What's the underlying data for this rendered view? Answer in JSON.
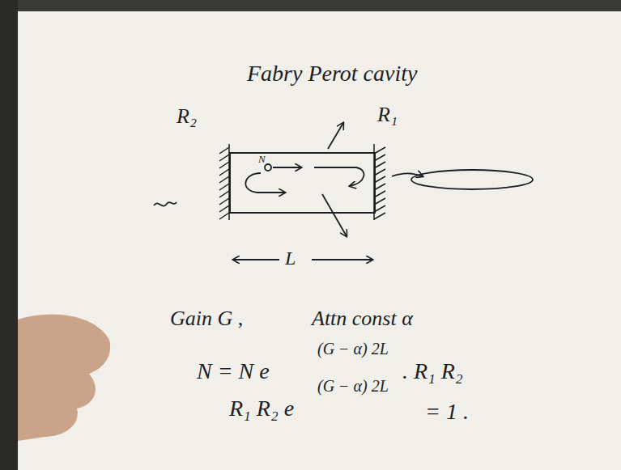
{
  "diagram": {
    "title": "Fabry Perot cavity",
    "nodes": [
      {
        "text": [
          "N"
        ]
      }
    ],
    "labels": [
      "R₂",
      "R₁",
      "L",
      "Gain G ,",
      "Attn const α",
      "N = N e",
      "(G − α) 2L",
      ". R₁ R₂",
      "R₁ R₂ e",
      "(G − α) 2L",
      "= 1 ."
    ]
  }
}
